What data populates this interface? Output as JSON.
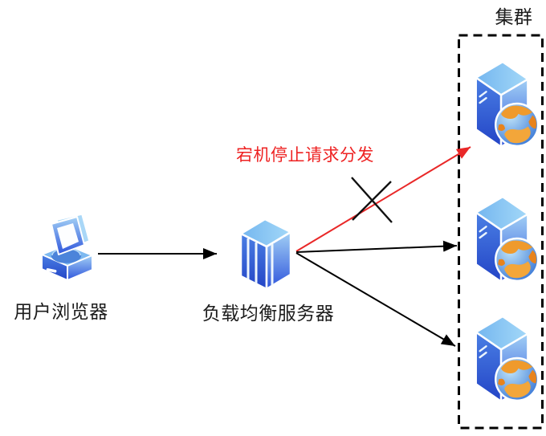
{
  "background": "#ffffff",
  "nodes": {
    "user_browser": {
      "label": "用户浏览器",
      "icon": "computer-icon"
    },
    "load_balancer": {
      "label": "负载均衡服务器",
      "icon": "server-tower-icon"
    },
    "cluster": {
      "label": "集群",
      "boundary_style": "black-dashed-rectangle",
      "servers": [
        {
          "id": "cluster-server-1",
          "icon": "web-server-globe-icon"
        },
        {
          "id": "cluster-server-2",
          "icon": "web-server-globe-icon"
        },
        {
          "id": "cluster-server-3",
          "icon": "web-server-globe-icon"
        }
      ]
    }
  },
  "annotation": {
    "text": "宕机停止请求分发",
    "color": "#ee2222"
  },
  "edges": [
    {
      "id": "user-to-lb",
      "from": "user_browser",
      "to": "load_balancer",
      "color": "#000000",
      "crossed_out": false
    },
    {
      "id": "lb-to-server-1",
      "from": "load_balancer",
      "to": "cluster-server-1",
      "color": "#ee2222",
      "crossed_out": true
    },
    {
      "id": "lb-to-server-2",
      "from": "load_balancer",
      "to": "cluster-server-2",
      "color": "#000000",
      "crossed_out": false
    },
    {
      "id": "lb-to-server-3",
      "from": "load_balancer",
      "to": "cluster-server-3",
      "color": "#000000",
      "crossed_out": false
    }
  ],
  "colors": {
    "arrow_black": "#000000",
    "alert_red": "#ee2222",
    "icon_blue_light": "#a2d0f5",
    "icon_blue_dark": "#2f55dc",
    "globe_orange": "#f0982e"
  }
}
